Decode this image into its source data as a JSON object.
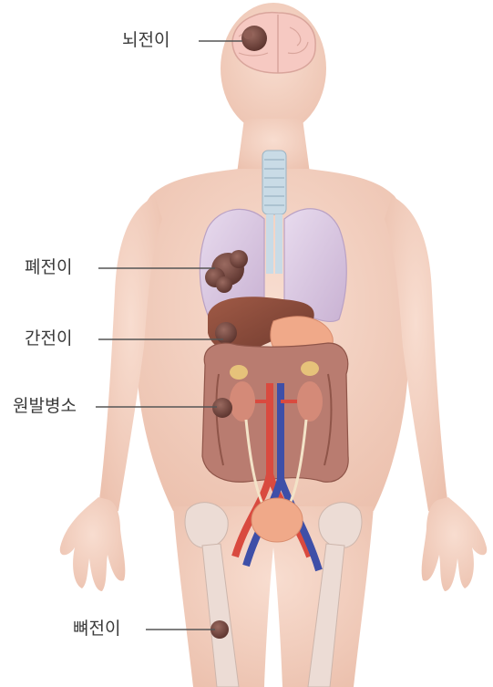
{
  "labels": {
    "brain": "뇌전이",
    "lung": "폐전이",
    "liver": "간전이",
    "primary": "원발병소",
    "bone": "뼈전이"
  },
  "colors": {
    "skin": "#f3d2c3",
    "skin_shadow": "#e6b7a3",
    "lung": "#d9c6e0",
    "liver": "#8a4a3a",
    "tumor": "#6e4038",
    "colon": "#b87a6e",
    "artery": "#d94a3f",
    "vein": "#3e4fa8",
    "bone": "#e9d9d2",
    "line": "#555555"
  }
}
